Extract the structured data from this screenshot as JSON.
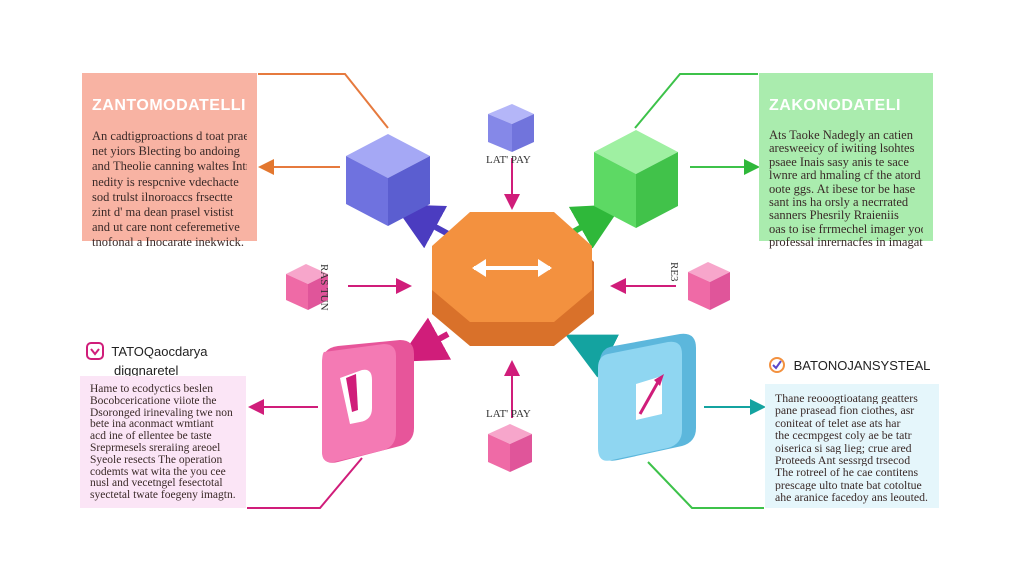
{
  "panels": {
    "top_left": {
      "title": "ZANTOMODATELLI",
      "lines": [
        "An cadtigproactions d toat prae",
        "net yiors Blecting bo andoing",
        "and Theolie canning waltes Intr",
        "nedity is respcnive vdechacte",
        "sod trulst ilnoroaccs frsectte",
        "zint d' ma dean prasel vistist",
        "and ut care nont ceferemetive",
        "tnofonal a Inocarate inekwick."
      ]
    },
    "top_right": {
      "title": "ZAKONODATELI",
      "lines": [
        "Ats Taoke Nadegly an catien",
        "aresweeicy of iwiting lsohtes",
        "psaee Inais sasy anis te sace",
        "lwnre ard hmaling cf the atord",
        "oote ggs. At ibese tor be hase",
        "sant ins ha orsly a necrrated",
        "sanners Phesrily Rraieniis",
        "oas to ise frrmechel imager yoo",
        "professal inrernacfes in imagat."
      ]
    },
    "bottom_left": {
      "title_lines": [
        "TATOQaocdarya",
        "diggnaretel"
      ],
      "lines": [
        "Hame to ecodyctics beslen",
        "Bocobcericatione viiote the",
        "Dsoronged irinevaling twe non",
        "bete ina aconmact wmtiant",
        "acd ine of ellentee be taste",
        "Sreprmesels sreraiing areoel",
        "Syeole resects The operation",
        "codemts wat wita the you cee",
        "nusl and vecetngel fesectotal",
        "syectetal twate foegeny imagtn."
      ]
    },
    "bottom_right": {
      "title": "BATONOJANSYSTEAL",
      "lines": [
        "Thane reooogtioatang geatters",
        "pane prasead fion ciothes, asr",
        "coniteat of telet ase ats har",
        "the cecmpgest coly ae be tatr",
        "oiserica si sag lieg; crue ared",
        "Proteeds Ant sessrgd trsecod",
        "The rotreel of he cae contitens",
        "prescage ulto tnate bat cotoltue",
        "ahe aranice facedoy ans leouted."
      ]
    }
  },
  "center_labels": {
    "top": "LAT' PAY",
    "bottom": "LAT' PAY",
    "left": "RAS TUN",
    "right": "RE3"
  },
  "colors": {
    "orange": "#f3913f",
    "purple": "#7377e4",
    "green": "#5dd964",
    "pink": "#ef6aa6",
    "blue": "#7ecde9",
    "magenta": "#d01d7a",
    "indigo": "#5a4acb",
    "teal": "#14a3a0"
  },
  "icons": {
    "center": "double-arrow-icon",
    "pink_node": "document-icon",
    "blue_node": "slash-icon"
  }
}
